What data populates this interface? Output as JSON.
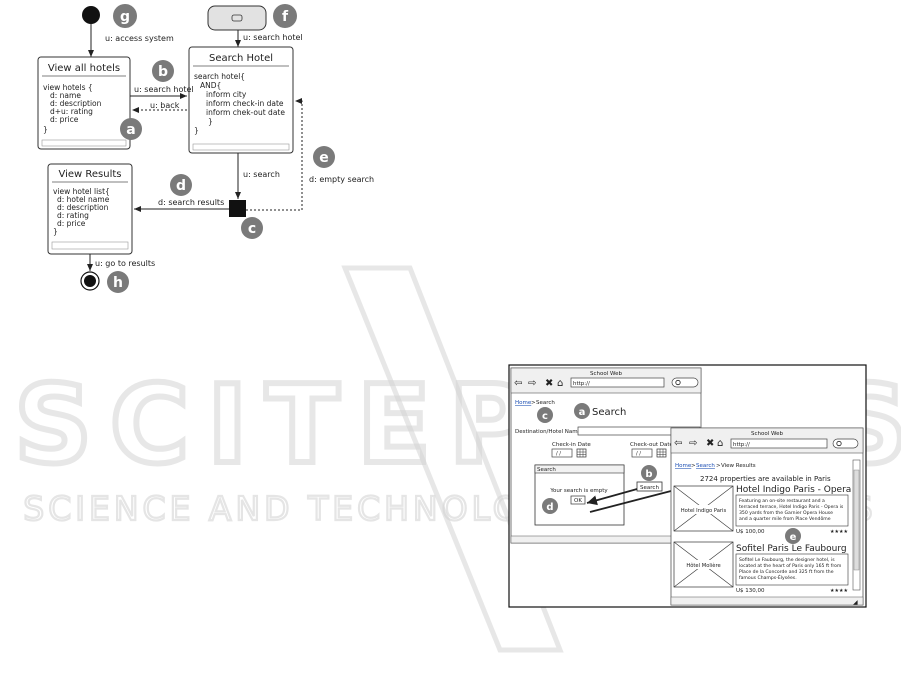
{
  "watermark": {
    "big": "SCITEPRESS",
    "sub": "SCIENCE AND TECHNOLOGY PUBLICATIONS",
    "color": "#d0d0d0"
  },
  "statechart": {
    "badges": [
      "g",
      "f",
      "b",
      "a",
      "e",
      "d",
      "c",
      "h"
    ],
    "start_button_icon": "rounded-rect-icon",
    "view_all_hotels": {
      "title": "View all hotels",
      "lines": [
        "view hotels {",
        "d: name",
        "d: description",
        "d+u: rating",
        "d: price",
        "}"
      ]
    },
    "search_hotel": {
      "title": "Search Hotel",
      "lines": [
        "search hotel{",
        "AND{",
        "inform city",
        "inform check-in date",
        "inform chek-out date",
        "}",
        "}"
      ]
    },
    "view_results": {
      "title": "View Results",
      "lines": [
        "view hotel list{",
        "d: hotel name",
        "d: description",
        "d: rating",
        "d: price",
        "}"
      ]
    },
    "transitions": {
      "access": "u: access system",
      "search_top": "u: search hotel",
      "search_mid": "u: search hotel",
      "back": "u: back",
      "search": "u: search",
      "empty": "d: empty search",
      "results": "d: search results",
      "go": "u: go to results"
    }
  },
  "mockup": {
    "back": {
      "title": "School Web",
      "url": "http://",
      "breadcrumb_home": "Home",
      "breadcrumb_sep": ">",
      "breadcrumb_current": "Search",
      "badge_a": "a",
      "badge_c": "c",
      "badge_b": "b",
      "badge_d": "d",
      "heading": "Search",
      "dest_label": "Destination/Hotel Name",
      "checkin_label": "Check-in Date",
      "checkout_label": "Check-out Date",
      "date_value": "/ /",
      "search_button": "Search",
      "dialog_title": "Search",
      "dialog_msg": "Your search is empty",
      "dialog_ok": "OK"
    },
    "front": {
      "title": "School Web",
      "url": "http://",
      "breadcrumb_home": "Home",
      "breadcrumb_search": "Search",
      "breadcrumb_current": "View Results",
      "badge_e": "e",
      "summary": "2724 properties are available in Paris",
      "hotels": [
        {
          "image_label": "Hotel Indigo Paris",
          "name": "Hotel Indigo Paris - Opera",
          "desc": [
            "Featuring an on-site restaurant and a",
            "terraced terrace, Hotel Indigo Paris - Opera is",
            "350 yards from the Garnier Opera House",
            "and a quarter mile from Place Vendôme"
          ],
          "price": "U$ 100,00",
          "stars": "★★★★"
        },
        {
          "image_label": "Hôtel Molière",
          "name": "Sofitel Paris Le Faubourg",
          "desc": [
            "Sofitel Le Faubourg, the designer hotel, is",
            "located at the heart of Paris only 165 ft from",
            "Place de la Concorde and 325 ft from the",
            "famous Champs-Élysées."
          ],
          "price": "U$ 130,00",
          "stars": "★★★★"
        }
      ]
    }
  }
}
